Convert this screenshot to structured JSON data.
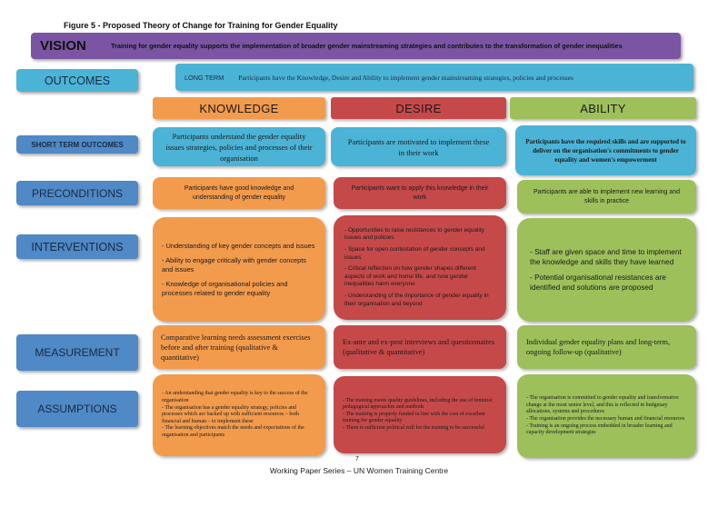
{
  "figure_title": "Figure 5 - Proposed Theory of Change for Training for Gender Equality",
  "vision": {
    "label": "VISION",
    "text": "Training for gender equality supports the implementation of broader gender mainstreaming strategies and contributes to the transformation of gender inequalities"
  },
  "outcomes": {
    "label": "OUTCOMES",
    "long_term_tag": "LONG TERM",
    "long_term_text": "Participants have the Knowledge, Desire and Ability to implement gender mainstreaming strategies, policies and processes"
  },
  "columns": [
    "KNOWLEDGE",
    "DESIRE",
    "ABILITY"
  ],
  "row_labels": {
    "short_term": "SHORT TERM OUTCOMES",
    "preconditions": "PRECONDITIONS",
    "interventions": "INTERVENTIONS",
    "measurement": "MEASUREMENT",
    "assumptions": "ASSUMPTIONS"
  },
  "short_term": [
    "Participants understand the gender equality issues strategies, policies and processes of their organisation",
    "Participants are motivated to implement these in their work",
    "Participants have the required skills and are supported to deliver on the organisation's commitments to gender equality and women's empowerment"
  ],
  "preconditions": [
    "Participants have good knowledge and understanding of gender equality",
    "Participants want to apply this knowledge in their work",
    "Participants are able to implement new learning and skills in practice"
  ],
  "interventions": {
    "knowledge": [
      "- Understanding of key gender concepts and issues",
      "- Ability to engage critically with gender concepts and issues",
      "- Knowledge of organisational policies and processes related to gender equality"
    ],
    "desire": [
      "- Opportunities to raise resistances to gender equality issues and policies",
      "- Space for open contestation of gender concepts and issues",
      "- Critical reflection on how gender shapes different aspects of work and home life, and how gender inequalities harm everyone",
      "- Understanding of the importance of gender equality in their organisation and beyond"
    ],
    "ability": [
      "- Staff are given space and time to implement the knowledge and skills they have learned",
      "- Potential organisational resistances are identified and solutions are proposed"
    ]
  },
  "measurement": [
    "Comparative learning needs assessment exercises before and after training (qualitative & quantitative)",
    "Ex-ante and ex-post interviews and questionnaires (qualitative & quantitative)",
    "Individual gender equality plans and long-term, ongoing follow-up (qualitative)"
  ],
  "assumptions": {
    "knowledge": [
      "- An understanding that gender equality is key to the success of the organisation",
      "- The organisation has a gender equality strategy, policies and processes which are backed up with sufficient resources – both financial and human – to implement these",
      "- The learning objectives match the needs and expectations of the organisation and participants"
    ],
    "desire": [
      "- The training meets quality guidelines, including the use of feminist pedagogical approaches and methods",
      "- The training is properly funded in line with the cost of excellent training for gender equality",
      "- There is sufficient political will for the training to be successful"
    ],
    "ability": [
      "- The organisation is committed to gender equality and transformative change at the most senior level, and this is reflected in budgetary allocations, systems and procedures",
      "- The organisation provides the necessary human and financial resources",
      "- Training is an ongoing process embedded in broader learning and capacity development strategies"
    ]
  },
  "page_number": "7",
  "footer": "Working Paper Series – UN Women Training Centre",
  "colors": {
    "vision": "#7b55a4",
    "label_blue": "#4f89c6",
    "light_blue": "#4bb3d6",
    "knowledge_orange": "#f39b4c",
    "desire_red": "#c6494a",
    "ability_green": "#9dc05b"
  }
}
